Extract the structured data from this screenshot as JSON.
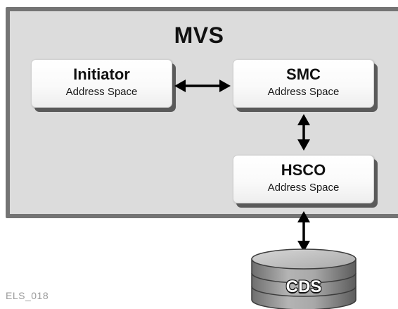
{
  "mvs": {
    "title": "MVS"
  },
  "boxes": {
    "initiator": {
      "name": "Initiator",
      "subtitle": "Address Space"
    },
    "smc": {
      "name": "SMC",
      "subtitle": "Address Space"
    },
    "hsco": {
      "name": "HSCO",
      "subtitle": "Address Space"
    }
  },
  "cds": {
    "label": "CDS"
  },
  "footer": {
    "code": "ELS_018"
  },
  "colors": {
    "frame_fill": "#dcdcdc",
    "frame_border": "#747474",
    "box_shadow": "#5a5a5a",
    "cylinder": "#9a9a9a",
    "arrow": "#000000"
  }
}
